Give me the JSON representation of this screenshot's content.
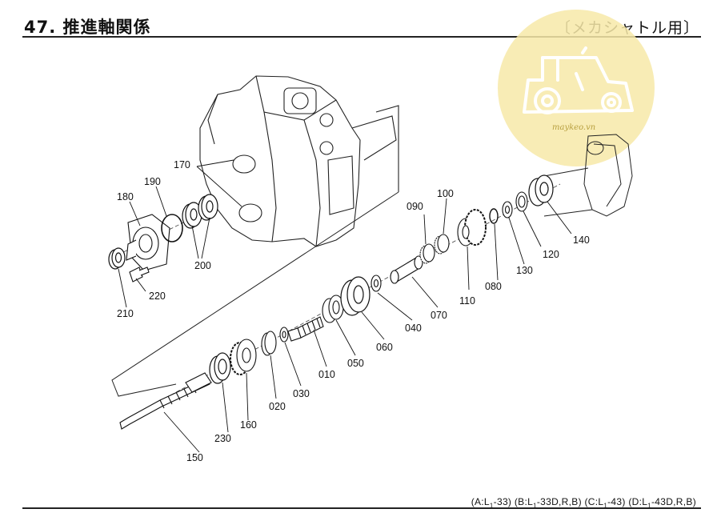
{
  "header": {
    "title": "47. 推進軸関係",
    "subtitle": "〔メカシャトル用〕"
  },
  "watermark": {
    "text": "maykeo.vn",
    "color": "#f5e6a0",
    "icon": "tractor-icon"
  },
  "footer": {
    "variants": [
      {
        "prefix": "(A:L",
        "sub": "1",
        "suffix": "-33)"
      },
      {
        "prefix": "(B:L",
        "sub": "1",
        "suffix": "-33D,R,B)"
      },
      {
        "prefix": "(C:L",
        "sub": "1",
        "suffix": "-43)"
      },
      {
        "prefix": "(D:L",
        "sub": "1",
        "suffix": "-43D,R,B)"
      }
    ]
  },
  "parts": {
    "p010": "010",
    "p020": "020",
    "p030": "030",
    "p040": "040",
    "p050": "050",
    "p060": "060",
    "p070": "070",
    "p080": "080",
    "p090": "090",
    "p100": "100",
    "p110": "110",
    "p120": "120",
    "p130": "130",
    "p140": "140",
    "p150": "150",
    "p160": "160",
    "p170": "170",
    "p180": "180",
    "p190": "190",
    "p200": "200",
    "p210": "210",
    "p220": "220",
    "p230": "230"
  }
}
